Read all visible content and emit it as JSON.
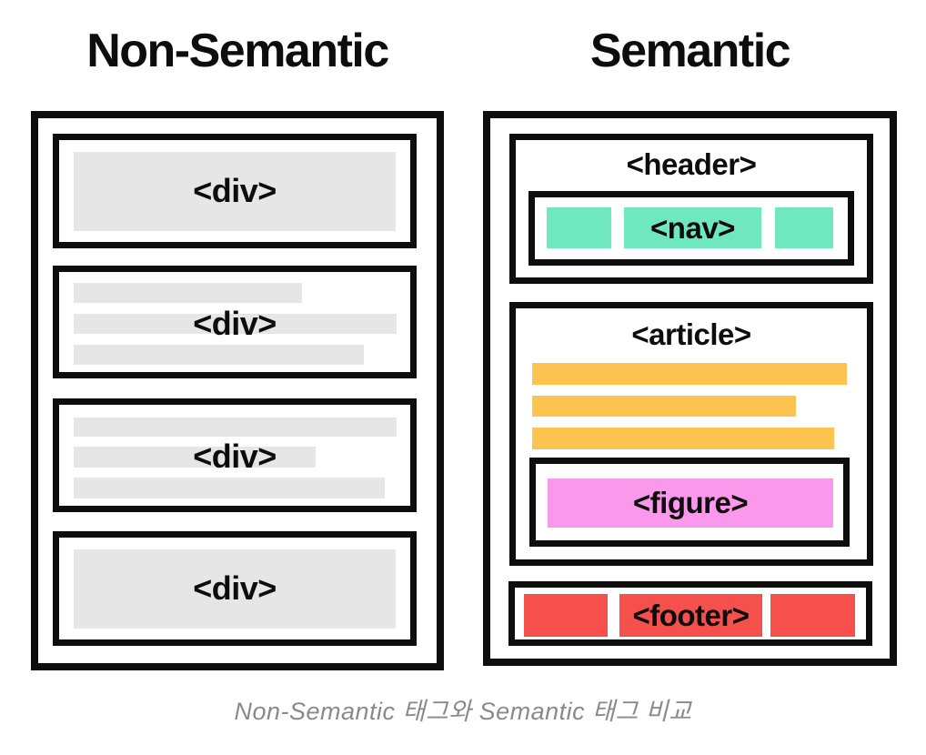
{
  "left_panel": {
    "title": "Non-Semantic",
    "box1_label": "<div>",
    "box2_label": "<div>",
    "box3_label": "<div>",
    "box4_label": "<div>"
  },
  "right_panel": {
    "title": "Semantic",
    "header_label": "<header>",
    "nav_label": "<nav>",
    "article_label": "<article>",
    "figure_label": "<figure>",
    "footer_label": "<footer>"
  },
  "caption": "Non-Semantic 태그와 Semantic 태그 비교",
  "colors": {
    "ink": "#0d0d0d",
    "placeholder-gray": "#e6e6e6",
    "nav-green": "#6fe8bf",
    "article-orange": "#fcc351",
    "figure-pink": "#fa99ec",
    "footer-red": "#f5504b",
    "caption-gray": "#8a8a8a"
  }
}
